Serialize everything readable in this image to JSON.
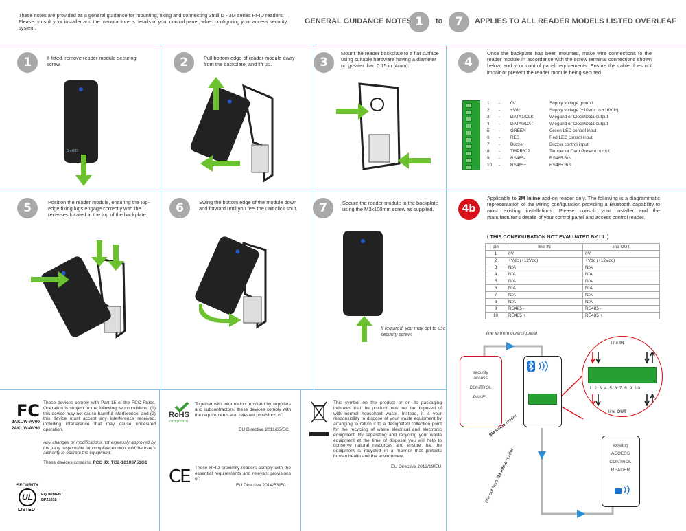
{
  "intro": "These notes are provided as a general guidance for mounting, fixing and connecting 3millID - 3M series RFID readers. Please consult your installer and the manufacturer’s details of your control panel, when configuring your access security system.",
  "header": {
    "title_left": "GENERAL GUIDANCE NOTES",
    "from_num": "1",
    "to_word": "to",
    "to_num": "7",
    "title_right": "APPLIES TO ALL READER MODELS LISTED OVERLEAF"
  },
  "steps": [
    {
      "num": "1",
      "text": "If fitted, remove reader module securing screw."
    },
    {
      "num": "2",
      "text": "Pull bottom edge of reader module away from the backplate, and lift up."
    },
    {
      "num": "3",
      "text": "Mount the reader backplate to a flat surface using suitable hardware having a diameter no greater than 0.15 in (4mm)."
    },
    {
      "num": "4",
      "text": "Once the backplate has been mounted, make wire connections to the reader module in accordance with the screw terminal connections shown below, and your control panel requirements. Ensure the cable does not impair or prevent the reader module being secured."
    },
    {
      "num": "5",
      "text": "Position the reader module, ensuring the top-edge fixing lugs engage correctly with the recesses located at the top of the backplate."
    },
    {
      "num": "6",
      "text": "Swing the bottom edge of the module down and forward until you feel the unit click shut."
    },
    {
      "num": "7",
      "text": "Secure the reader module to the backplate using the M3x100mm screw as supplied."
    },
    {
      "num": "4b",
      "text_prefix": "Applicable to ",
      "text_bold": "3M Inline",
      "text_suffix": " add-on reader only. The following is a diagrammatic representation of the wiring configuration providing a Bluetooth capability to most existing installations. Please consult your installer and the manufacturer’s details of your control panel and access control reader."
    }
  ],
  "step7_note": "If required, you may opt to use security screw.",
  "reader_brand": "3millID",
  "wiring": [
    {
      "pin": "1",
      "name": "0V",
      "desc": "Supply voltage ground"
    },
    {
      "pin": "2",
      "name": "+Vdc",
      "desc": "Supply voltage (+10Vdc to +16Vdc)"
    },
    {
      "pin": "3",
      "name": "DATA1/CLK",
      "desc": "Wiegand or Clock/Data output"
    },
    {
      "pin": "4",
      "name": "DATA0/DAT",
      "desc": "Wiegand or Clock/Data output"
    },
    {
      "pin": "5",
      "name": "GREEN",
      "desc": "Green LED control input"
    },
    {
      "pin": "6",
      "name": "RED",
      "desc": "Red LED control input"
    },
    {
      "pin": "7",
      "name": "Buzzer",
      "desc": "Buzzer control input"
    },
    {
      "pin": "8",
      "name": "TMPR/CP",
      "desc": "Tamper or Card Present output"
    },
    {
      "pin": "9",
      "name": "RS485-",
      "desc": "RS485 Bus"
    },
    {
      "pin": "10",
      "name": "RS485+",
      "desc": "RS485 Bus"
    }
  ],
  "wiring_dash": "-",
  "not_evaluated": "( THIS CONFIGURATION NOT EVALUATED BY UL )",
  "table": {
    "headers": [
      "pin",
      "line IN",
      "line OUT"
    ],
    "rows": [
      [
        "1",
        "0V",
        "0V"
      ],
      [
        "2",
        "+Vdc (+12Vdc)",
        "+Vdc (+12Vdc)"
      ],
      [
        "3",
        "N/A",
        "N/A"
      ],
      [
        "4",
        "N/A",
        "N/A"
      ],
      [
        "5",
        "N/A",
        "N/A"
      ],
      [
        "6",
        "N/A",
        "N/A"
      ],
      [
        "7",
        "N/A",
        "N/A"
      ],
      [
        "8",
        "N/A",
        "N/A"
      ],
      [
        "9",
        "RS485 -",
        "RS485 -"
      ],
      [
        "10",
        "RS485 +",
        "RS485 +"
      ]
    ]
  },
  "diagram": {
    "line_in_label": "line in from control panel",
    "panel_l1": "security",
    "panel_l2": "access",
    "panel_l3": "CONTROL",
    "panel_l4": "PANEL",
    "inline_label_prefix": "3M Inline",
    "inline_label_suffix": " reader",
    "line_out_prefix": "line out from ",
    "line_out_bold": "3M Inline",
    "line_out_suffix": " reader",
    "existing_l1": "existing",
    "existing_l2": "ACCESS",
    "existing_l3": "CONTROL",
    "existing_l4": "READER",
    "zoom_in_prefix": "line ",
    "zoom_in_bold": "IN",
    "zoom_out_prefix": "line ",
    "zoom_out_bold": "OUT",
    "zoom_digits": "1 2 3 4 5 6 7 8 9 10"
  },
  "fcc": {
    "logo": "FC",
    "id1": "2AKUW-AV00",
    "id2": "2AKUW-AV90",
    "text": "These devices comply with Part 15 of the FCC Rules. Operation is subject to the following two conditions: (1) this device may not cause harmful interference, and (2) this device must accept any interference received, including interference that may cause undesired operation.",
    "warning": "Any changes or modifications not expressly approved by the party responsible for compliance could void the user’s authority to operate the equipment.",
    "contains_prefix": "These devices contains: ",
    "contains_bold": "FCC ID: TCZ-10103751G1"
  },
  "ul": {
    "security": "SECURITY",
    "logo": "UL",
    "listed": "LISTED",
    "equipment": "EQUIPMENT",
    "code": "BP21018"
  },
  "rohs": {
    "logo": "RoHS",
    "compliant": "compliant",
    "text": "Together with information provided by suppliers and subcontractors, these devices comply with the requirements and relevant provisions of:",
    "directive": "EU Directive 2011/65/EC."
  },
  "ce": {
    "logo": "CE",
    "text": "These RFID proximity readers comply with the essential requirements and relevant provisions of:",
    "directive": "EU Directive 2014/53/EC"
  },
  "weee": {
    "text": "This symbol on the product or on its packaging indicates that the product must not be disposed of with normal household waste. Instead, it is your responsibility to dispose of your waste equipment by arranging to return it to a designated collection point for the recycling of waste electrical and electronic equipment. By separating and recycling your waste equipment at the time of disposal you will help to conserve natural resources and ensure that the equipment is recycled in a manner that protects human health and the environment.",
    "directive": "EU Directive 2012/19/EU"
  },
  "colors": {
    "accent_green": "#6cc12f",
    "step_gray": "#a9a9a9",
    "step4b_red": "#d7101a",
    "rule_blue": "#7ec3e8"
  }
}
